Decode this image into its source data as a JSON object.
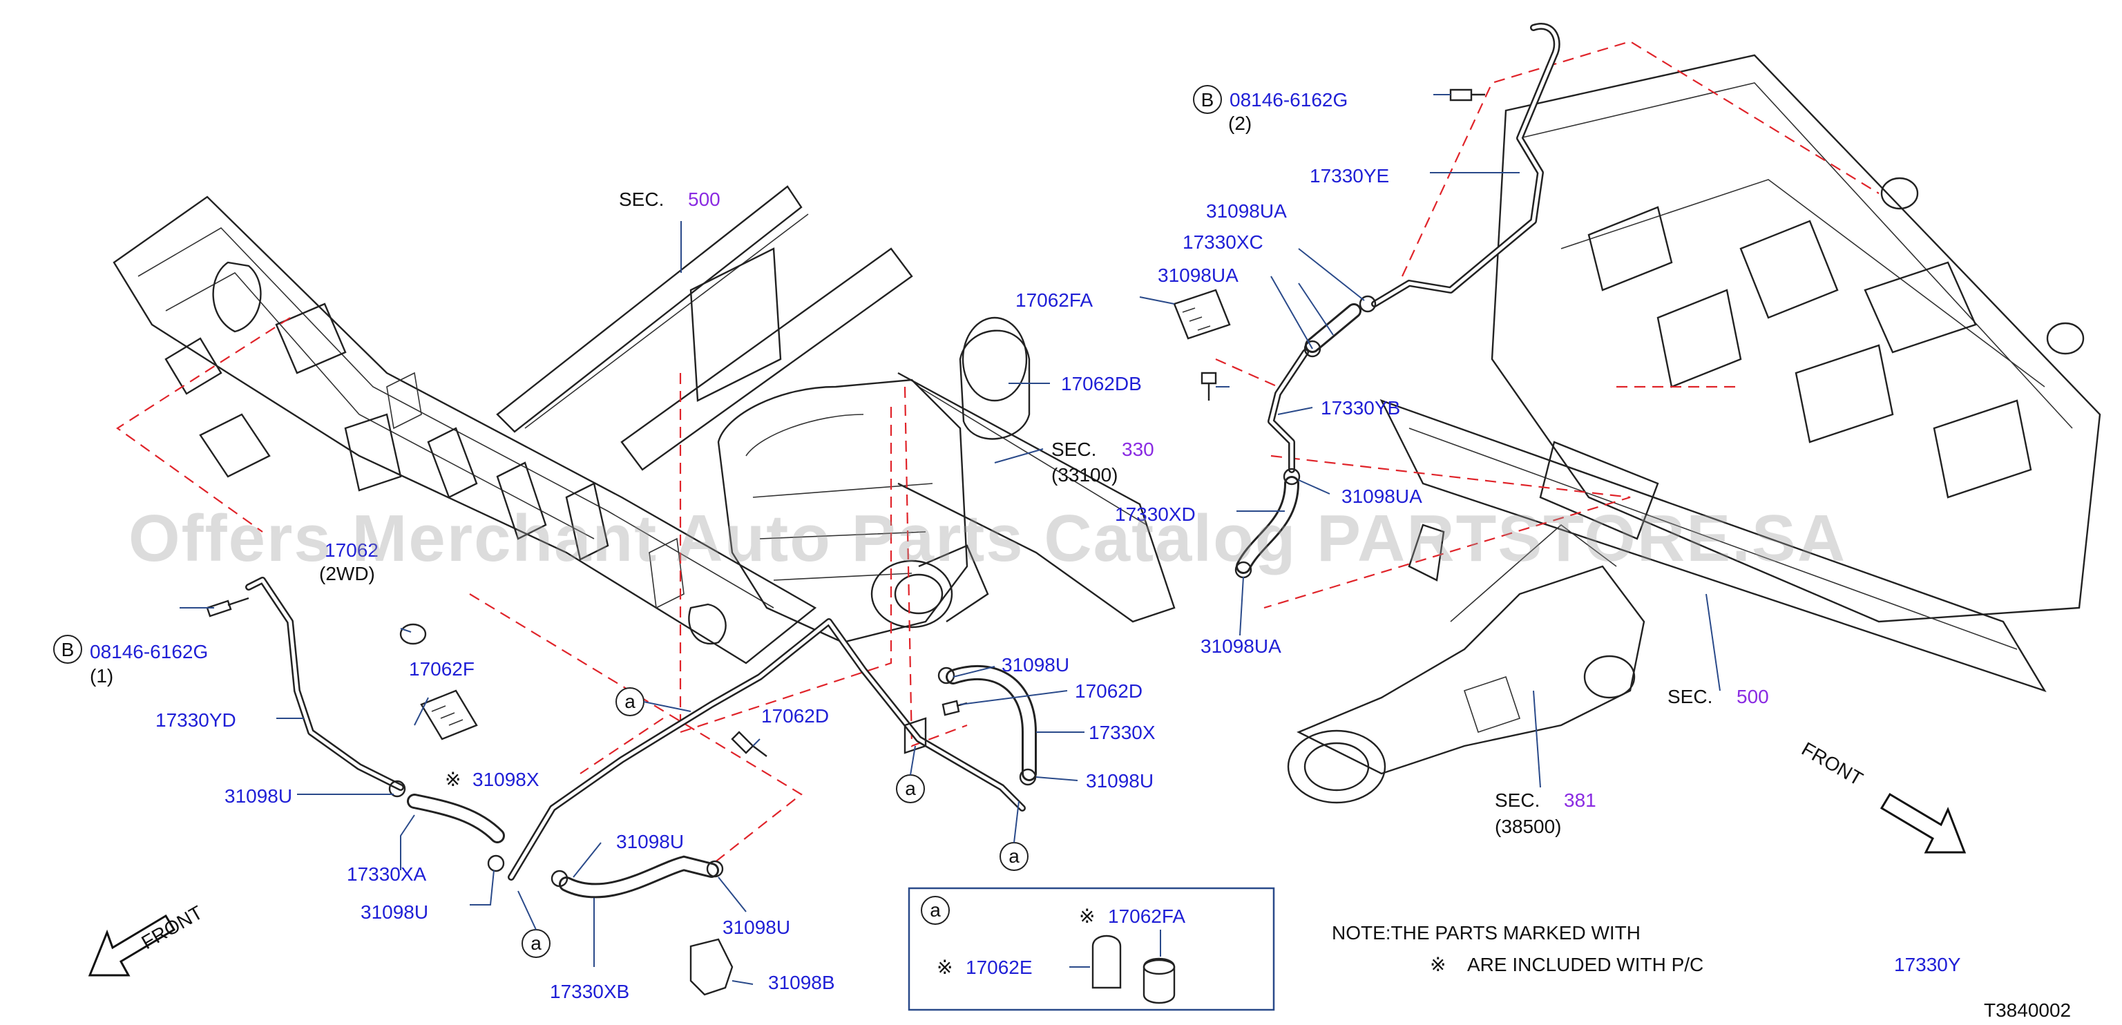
{
  "watermark": "Offers Merchant Auto Parts Catalog PARTSTORE.SA",
  "diagram_id": "T3840002",
  "note": {
    "line1": "NOTE:THE   PARTS   MARKED   WITH",
    "line2": "ARE   INCLUDED   WITH   P/C",
    "symbol": "※",
    "kit_part": "17330Y"
  },
  "front_label": "FRONT",
  "sections": {
    "sec_500_top": {
      "prefix": "SEC.",
      "num": "500"
    },
    "sec_330": {
      "prefix": "SEC.",
      "num": "330",
      "sub": "(33100)"
    },
    "sec_500_right": {
      "prefix": "SEC.",
      "num": "500"
    },
    "sec_381": {
      "prefix": "SEC.",
      "num": "381",
      "sub": "(38500)"
    }
  },
  "callouts": {
    "b_marker": "B",
    "a_marker": "a",
    "bolt_left": "08146-6162G",
    "bolt_left_qty": "(1)",
    "bolt_right": "08146-6162G",
    "bolt_right_qty": "(2)",
    "p17062_2wd": "17062",
    "p17062_2wd_sub": "(2WD)",
    "p17062F": "17062F",
    "p17330YD": "17330YD",
    "p31098U_l1": "31098U",
    "p31098X": "31098X",
    "p17330XA": "17330XA",
    "p31098U_l2": "31098U",
    "p31098U_m1": "31098U",
    "p31098U_m2": "31098U",
    "p17330XB": "17330XB",
    "p31098B": "31098B",
    "p17062D_l": "17062D",
    "p31098U_c1": "31098U",
    "p17062D_c": "17062D",
    "p17330X": "17330X",
    "p31098U_c2": "31098U",
    "p17062FA": "17062FA",
    "p17062DB": "17062DB",
    "p17330YE": "17330YE",
    "p31098UA_1": "31098UA",
    "p17330XC": "17330XC",
    "p31098UA_2": "31098UA",
    "p17330YB": "17330YB",
    "p31098UA_3": "31098UA",
    "p17330XD": "17330XD",
    "p31098UA_4": "31098UA"
  },
  "inset": {
    "marker": "a",
    "p17062FA": "17062FA",
    "p17062E": "17062E"
  }
}
